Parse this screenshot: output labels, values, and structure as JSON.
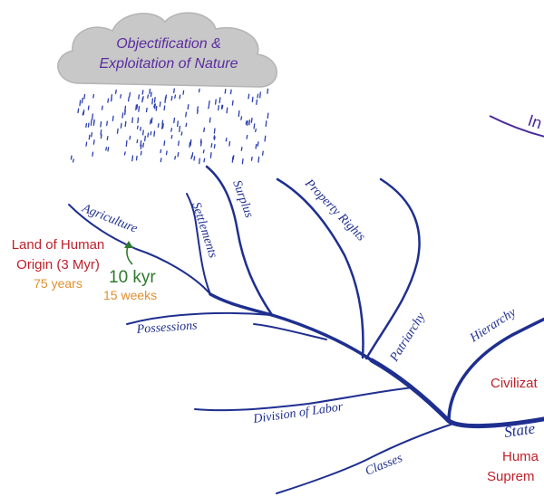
{
  "cloud": {
    "line1": "Objectification &",
    "line2": "Exploitation of Nature"
  },
  "branches": {
    "agriculture": "Agriculture",
    "settlements": "Settlements",
    "surplus": "Surplus",
    "property_rights": "Property Rights",
    "possessions": "Possessions",
    "patriarchy": "Patriarchy",
    "hierarchy": "Hierarchy",
    "division_of_labor": "Division of Labor",
    "classes": "Classes",
    "state": "State"
  },
  "origin": {
    "line1": "Land of Human",
    "line2": "Origin (3 Myr)",
    "years": "75 years"
  },
  "timescale": {
    "kyr": "10 kyr",
    "weeks": "15 weeks"
  },
  "side": {
    "ind": "In",
    "civilization": "Civilizat",
    "human": "Huma",
    "supremacy": "Suprem"
  },
  "colors": {
    "branch": "#1f2f8f",
    "cloud": "#c8c8c8",
    "rain": "#2b3fb0"
  }
}
